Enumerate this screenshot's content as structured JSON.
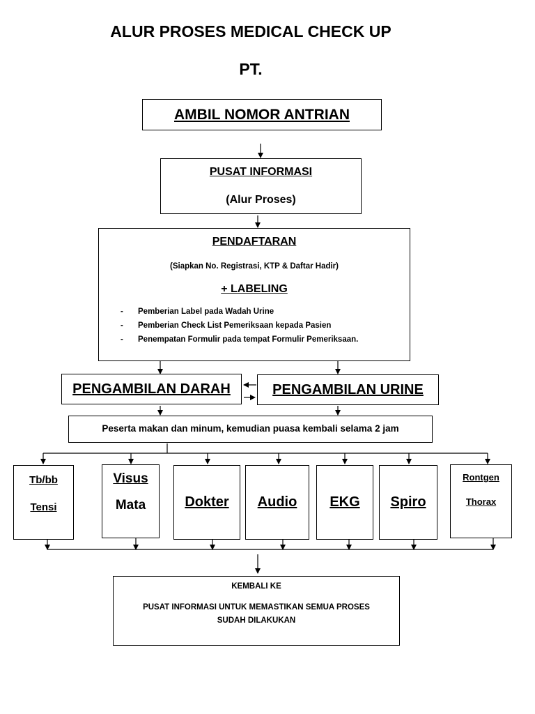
{
  "header": {
    "title": "ALUR PROSES MEDICAL CHECK UP",
    "subtitle": "PT."
  },
  "nomor_antrian": {
    "label": "AMBIL NOMOR ANTRIAN"
  },
  "pusat_informasi": {
    "title": "PUSAT INFORMASI",
    "subtitle": "(Alur Proses)"
  },
  "pendaftaran": {
    "title": "PENDAFTARAN",
    "note": "(Siapkan No. Registrasi, KTP & Daftar Hadir)",
    "labeling_title": "+ LABELING",
    "items": [
      "Pemberian Label pada Wadah Urine",
      "Pemberian Check List Pemeriksaan kepada Pasien",
      "Penempatan Formulir pada tempat Formulir Pemeriksaan."
    ]
  },
  "pengambilan": {
    "darah": "PENGAMBILAN DARAH",
    "urine": "PENGAMBILAN URINE"
  },
  "puasa": {
    "text": "Peserta makan dan minum, kemudian puasa kembali selama 2 jam"
  },
  "stations": {
    "tbbb_line1": "Tb/bb",
    "tbbb_line2": "Tensi",
    "visus_line1": "Visus",
    "visus_line2": "Mata",
    "dokter": "Dokter",
    "audio": "Audio",
    "ekg": "EKG",
    "spiro": "Spiro",
    "rontgen_line1": "Rontgen",
    "rontgen_line2": "Thorax"
  },
  "kembali": {
    "line1": "KEMBALI KE",
    "line2": "PUSAT INFORMASI UNTUK MEMASTIKAN SEMUA PROSES",
    "line3": "SUDAH DILAKUKAN"
  }
}
